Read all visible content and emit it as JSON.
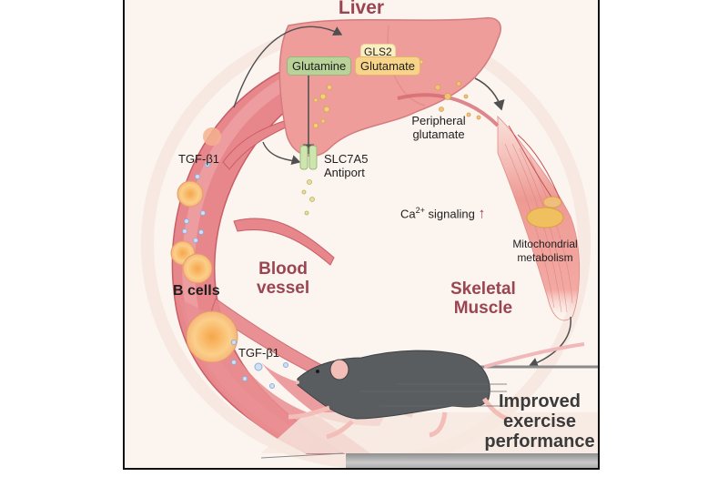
{
  "figure": {
    "organs": {
      "liver": "Liver",
      "blood_vessel_line1": "Blood",
      "blood_vessel_line2": "vessel",
      "skeletal_muscle_line1": "Skeletal",
      "skeletal_muscle_line2": "Muscle"
    },
    "metabolites": {
      "glutamine": "Glutamine",
      "glutamate": "Glutamate",
      "enzyme": "GLS2",
      "peripheral_line1": "Peripheral",
      "peripheral_line2": "glutamate"
    },
    "transporter": {
      "line1": "SLC7A5",
      "line2": "Antiport"
    },
    "signals": {
      "tgf_upper": "TGF-β1",
      "tgf_lower": "TGF-β1",
      "ca_prefix": "Ca",
      "ca_sup": "2+",
      "ca_suffix": " signaling",
      "ca_arrow": "↑"
    },
    "cells": {
      "b_cells": "B cells"
    },
    "muscle": {
      "mito_line1": "Mitochondrial",
      "mito_line2": "metabolism"
    },
    "outcome": {
      "line1": "Improved",
      "line2": "exercise",
      "line3": "performance"
    },
    "colors": {
      "background": "#fcf4ef",
      "vessel": "#e7868b",
      "liver": "#ef9d9a",
      "muscle": "#f0a59f",
      "label_accent": "#9a4552",
      "mouse": "#5a5d60",
      "arrow": "#505050"
    }
  }
}
